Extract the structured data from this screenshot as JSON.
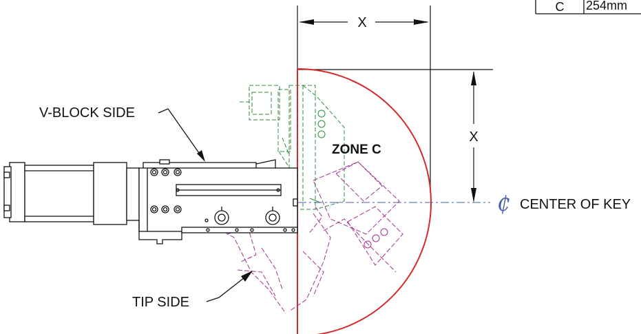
{
  "table": {
    "zone": "C",
    "value": "254mm"
  },
  "labels": {
    "dim_x_top": "X",
    "dim_x_right": "X",
    "vblock_side": "V-BLOCK SIDE",
    "zone": "ZONE C",
    "center_symbol": "₵",
    "center_of_key": "CENTER OF KEY",
    "tip_side": "TIP SIDE"
  },
  "colors": {
    "zone_arc": "#d62828",
    "phantom_green": "#2f8a3c",
    "phantom_magenta": "#a0338f",
    "centerline": "#4a5ea8"
  }
}
